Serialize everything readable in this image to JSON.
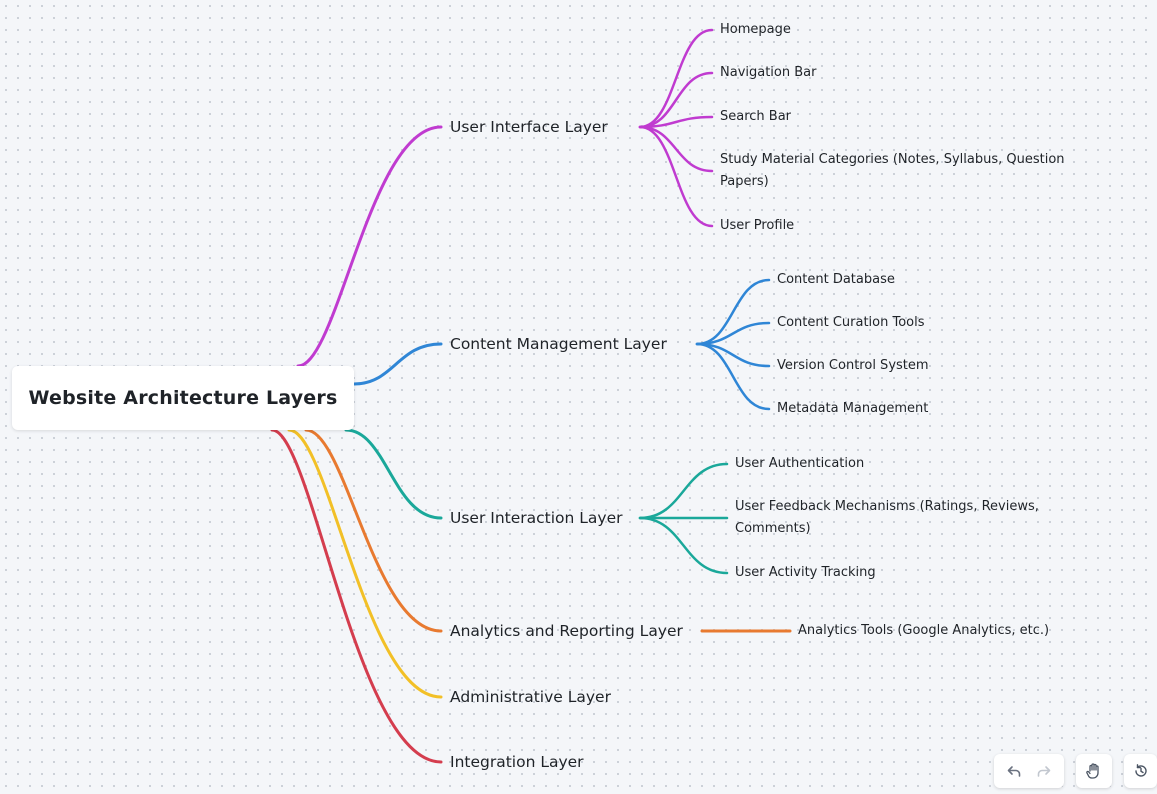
{
  "root": {
    "label": "Website Architecture Layers"
  },
  "branches": [
    {
      "label": "User Interface Layer",
      "color": "#c03bd0",
      "children": [
        "Homepage",
        "Navigation Bar",
        "Search Bar",
        "Study Material Categories (Notes, Syllabus, Question Papers)",
        "User Profile"
      ]
    },
    {
      "label": "Content Management Layer",
      "color": "#2f86d6",
      "children": [
        "Content Database",
        "Content Curation Tools",
        "Version Control System",
        "Metadata Management"
      ]
    },
    {
      "label": "User Interaction Layer",
      "color": "#1aa89a",
      "children": [
        "User Authentication",
        "User Feedback Mechanisms (Ratings, Reviews, Comments)",
        "User Activity Tracking"
      ]
    },
    {
      "label": "Analytics and Reporting Layer",
      "color": "#e87a30",
      "children": [
        "Analytics Tools (Google Analytics, etc.)"
      ]
    },
    {
      "label": "Administrative Layer",
      "color": "#f2c027",
      "children": []
    },
    {
      "label": "Integration Layer",
      "color": "#d43d4e",
      "children": []
    }
  ],
  "toolbar": {
    "undo_icon": "undo-icon",
    "redo_icon": "redo-icon",
    "hand_icon": "hand-pan-icon",
    "history_icon": "history-icon"
  }
}
